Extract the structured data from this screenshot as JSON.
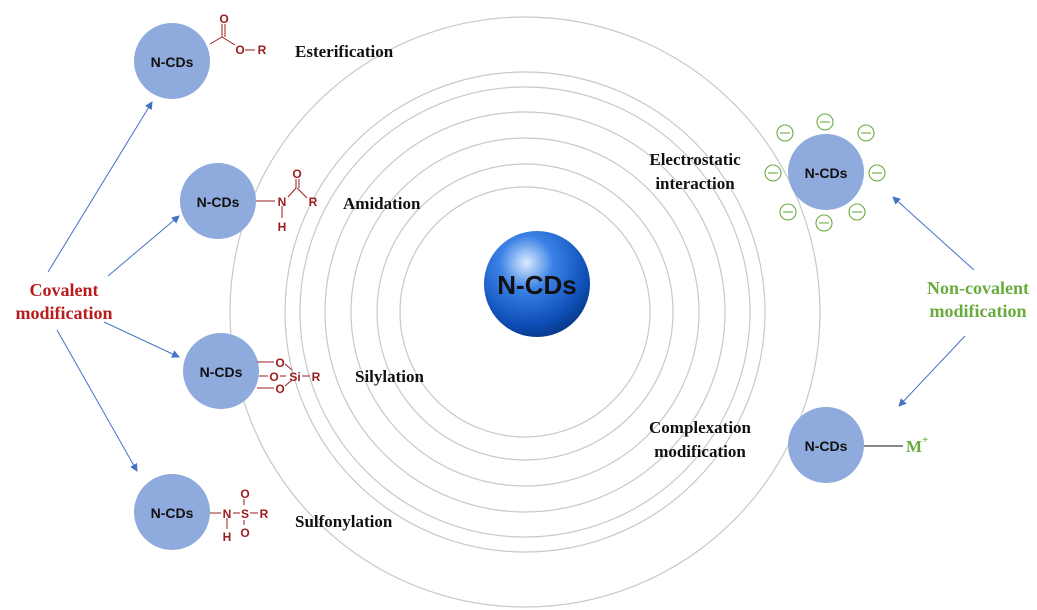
{
  "center": {
    "label": "N-CDs"
  },
  "groups": {
    "covalent": {
      "line1": "Covalent",
      "line2": "modification",
      "color": "#b91c1c"
    },
    "noncovalent": {
      "line1": "Non-covalent",
      "line2": "modification",
      "color": "#6aab3f"
    }
  },
  "covalent_methods": [
    {
      "name": "Esterification",
      "node": "N-CDs"
    },
    {
      "name": "Amidation",
      "node": "N-CDs"
    },
    {
      "name": "Silylation",
      "node": "N-CDs"
    },
    {
      "name": "Sulfonylation",
      "node": "N-CDs"
    }
  ],
  "noncovalent_methods": [
    {
      "line1": "Electrostatic",
      "line2": "interaction",
      "node": "N-CDs"
    },
    {
      "line1": "Complexation",
      "line2": "modification",
      "node": "N-CDs"
    }
  ],
  "chem": {
    "ester": {
      "O_top": "O",
      "O": "O",
      "R": "R"
    },
    "amide": {
      "O": "O",
      "N": "N",
      "H": "H",
      "R": "R"
    },
    "silyl": {
      "O1": "O",
      "O2": "O",
      "O3": "O",
      "Si": "Si",
      "R": "R"
    },
    "sulfonyl": {
      "N": "N",
      "H": "H",
      "S": "S",
      "O1": "O",
      "O2": "O",
      "R": "R"
    },
    "charge": "−",
    "metal": "M",
    "metal_charge": "+"
  },
  "colors": {
    "node": "#8faadc",
    "chem_text": "#9b1c1c",
    "arrow": "#4472c4",
    "green": "#6aab3f",
    "ring": "#c8c8c8"
  }
}
